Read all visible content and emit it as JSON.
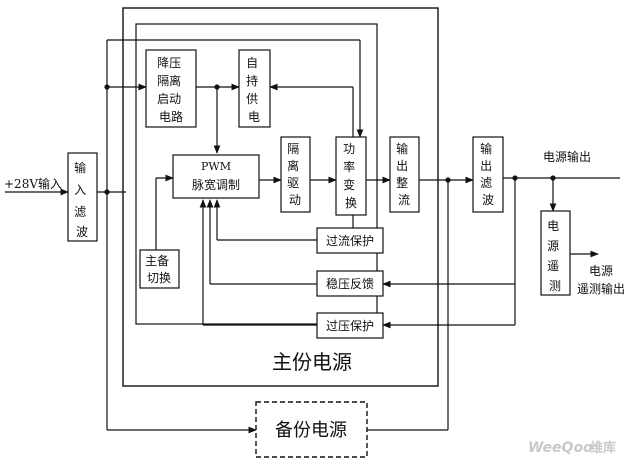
{
  "blocks": {
    "input_filter": "输入滤波",
    "stepdown_start": "降压隔离启动电路",
    "self_supply": "自持供电",
    "pwm_line1": "PWM",
    "pwm_line2": "脉宽调制",
    "isolation_drive": "隔离驱动",
    "power_convert": "功率变换",
    "output_rectify": "输出整流",
    "output_filter": "输出滤波",
    "main_backup_switch": "主备切换",
    "remote_measure": "电源遥测",
    "overcurrent_protect": "过流保护",
    "regulation_feedback": "稳压反馈",
    "overvoltage_protect": "过压保护"
  },
  "labels": {
    "input": "+28V输入",
    "power_output": "电源输出",
    "remote_output_line1": "电源",
    "remote_output_line2": "遥测输出",
    "main_power": "主份电源",
    "backup_power": "备份电源"
  },
  "watermark": {
    "brand": "WeeQoo",
    "cn": "维库"
  }
}
